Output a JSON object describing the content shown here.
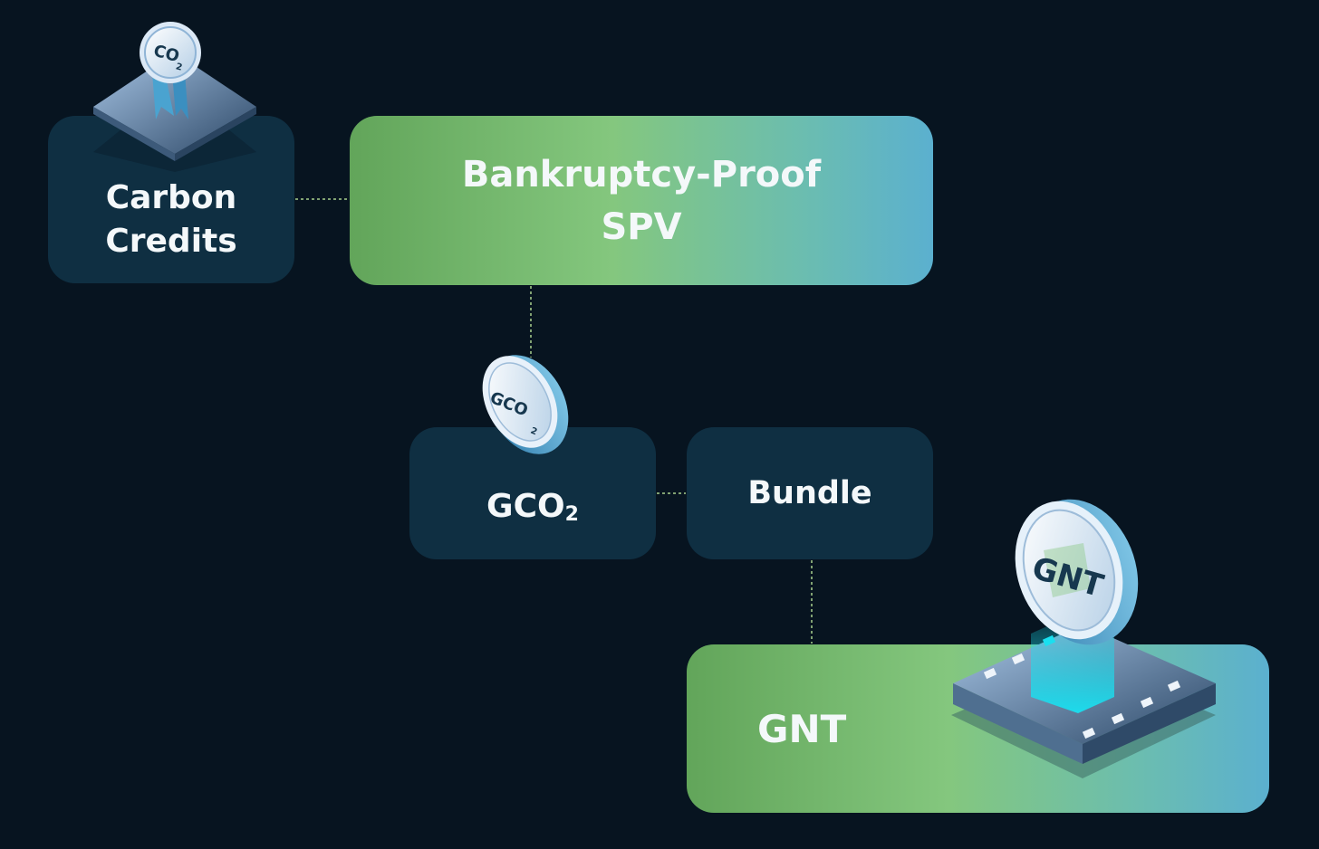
{
  "nodes": {
    "carbon_credits": {
      "label": "Carbon\nCredits"
    },
    "spv": {
      "label": "Bankruptcy-Proof\nSPV"
    },
    "gco2": {
      "label": "GCO",
      "subscript": "2"
    },
    "bundle": {
      "label": "Bundle"
    },
    "gnt": {
      "label": "GNT"
    }
  },
  "edges": [
    {
      "from": "carbon_credits",
      "to": "spv"
    },
    {
      "from": "spv",
      "to": "gco2"
    },
    {
      "from": "gco2",
      "to": "bundle"
    },
    {
      "from": "bundle",
      "to": "gnt"
    }
  ],
  "icons": {
    "certificate": {
      "name": "co2-certificate-icon",
      "text": "CO",
      "sub": "2"
    },
    "gco2_coin": {
      "name": "gco2-coin-icon",
      "text": "GCO",
      "sub": "2"
    },
    "gnt_coin": {
      "name": "gnt-coin-icon",
      "text": "GNT"
    }
  },
  "colors": {
    "background": "#071420",
    "dark_box": "#0f2f42",
    "gradient_start": "#62a55a",
    "gradient_mid": "#84c77e",
    "gradient_end": "#5bb0cf",
    "connector": "#a9d08e",
    "glow": "#19e0f0"
  }
}
